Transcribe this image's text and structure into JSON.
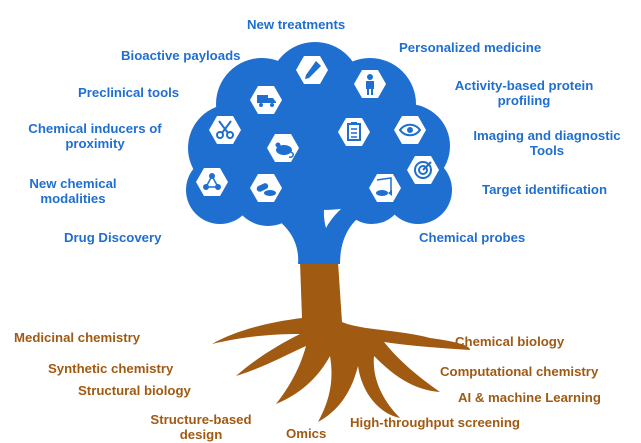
{
  "colors": {
    "canopy": "#1f6fd1",
    "canopy_dark": "#1a62bd",
    "trunk": "#a05a12",
    "label_blue": "#1f6fd1",
    "label_brown": "#a05a12",
    "hex_fill": "#ffffff"
  },
  "canopy_labels": {
    "new_treatments": "New treatments",
    "bioactive_payloads": "Bioactive payloads",
    "personalized_medicine": "Personalized medicine",
    "preclinical_tools": "Preclinical tools",
    "activity_based_1": "Activity-based protein",
    "activity_based_2": "profiling",
    "chemical_inducers_1": "Chemical inducers of",
    "chemical_inducers_2": "proximity",
    "imaging_1": "Imaging and diagnostic",
    "imaging_2": "Tools",
    "new_modalities_1": "New chemical",
    "new_modalities_2": "modalities",
    "target_identification": "Target identification",
    "drug_discovery": "Drug Discovery",
    "chemical_probes": "Chemical probes"
  },
  "root_labels": {
    "medicinal_chemistry": "Medicinal chemistry",
    "synthetic_chemistry": "Synthetic chemistry",
    "structural_biology": "Structural biology",
    "structure_based_1": "Structure-based",
    "structure_based_2": "design",
    "omics": "Omics",
    "high_throughput": "High-throughput screening",
    "chemical_biology": "Chemical biology",
    "computational_chemistry": "Computational chemistry",
    "ai_ml": "AI & machine Learning"
  },
  "icons": [
    "dropper-icon",
    "person-icon",
    "truck-icon",
    "scissors-icon",
    "mouse-icon",
    "clipboard-icon",
    "eye-icon",
    "target-icon",
    "molecules-icon",
    "pills-icon",
    "fishing-icon"
  ]
}
